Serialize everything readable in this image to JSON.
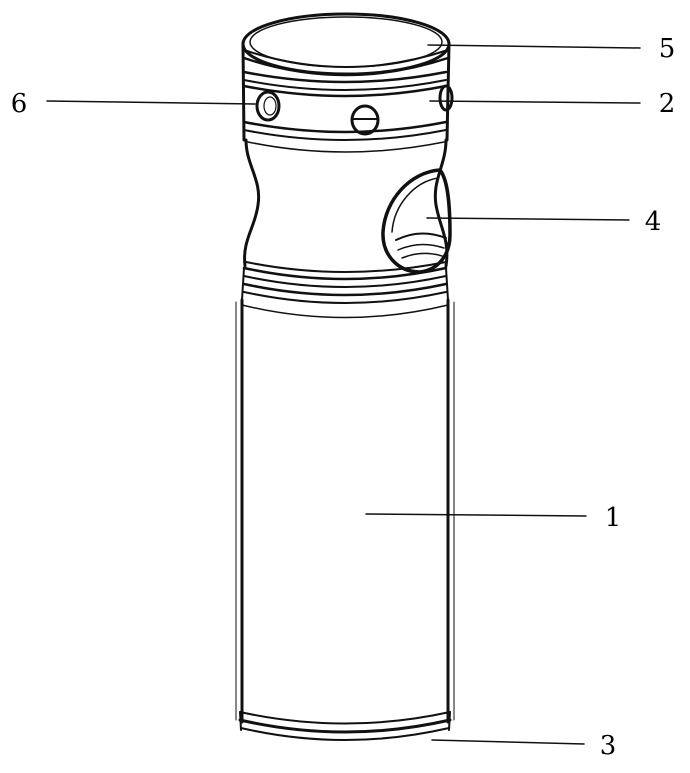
{
  "figure": {
    "labels": {
      "body": "1",
      "upper_ring": "2",
      "bottom_ring": "3",
      "window": "4",
      "cap": "5",
      "side_hole": "6"
    },
    "ink_color": "#111111",
    "background": "#ffffff"
  }
}
